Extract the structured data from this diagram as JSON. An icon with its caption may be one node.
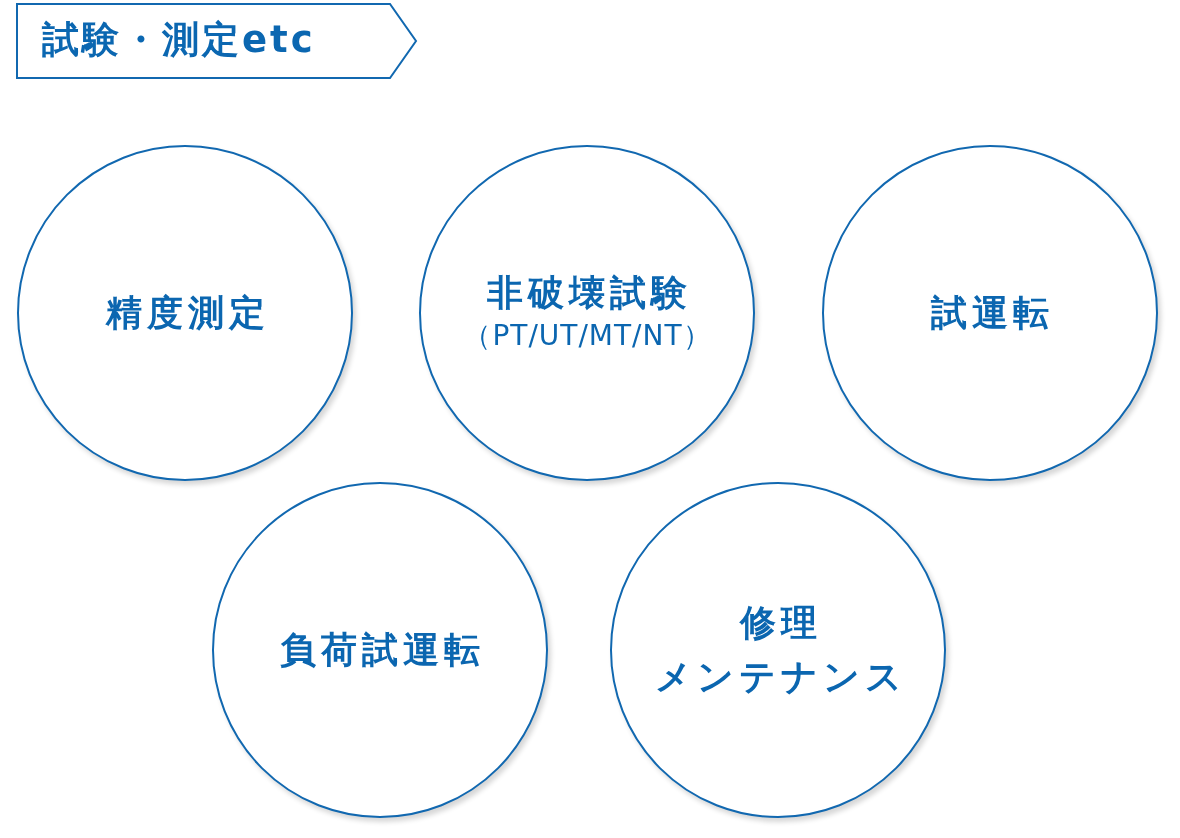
{
  "diagram": {
    "title": "試験・測定etc",
    "nodes": [
      {
        "text": [
          "精度測定"
        ]
      },
      {
        "text": [
          "非破壊試験",
          "（PT/UT/MT/NT）"
        ]
      },
      {
        "text": [
          "試運転"
        ]
      },
      {
        "text": [
          "負荷試運転"
        ]
      },
      {
        "text": [
          "修理",
          "メンテナンス"
        ]
      }
    ]
  }
}
